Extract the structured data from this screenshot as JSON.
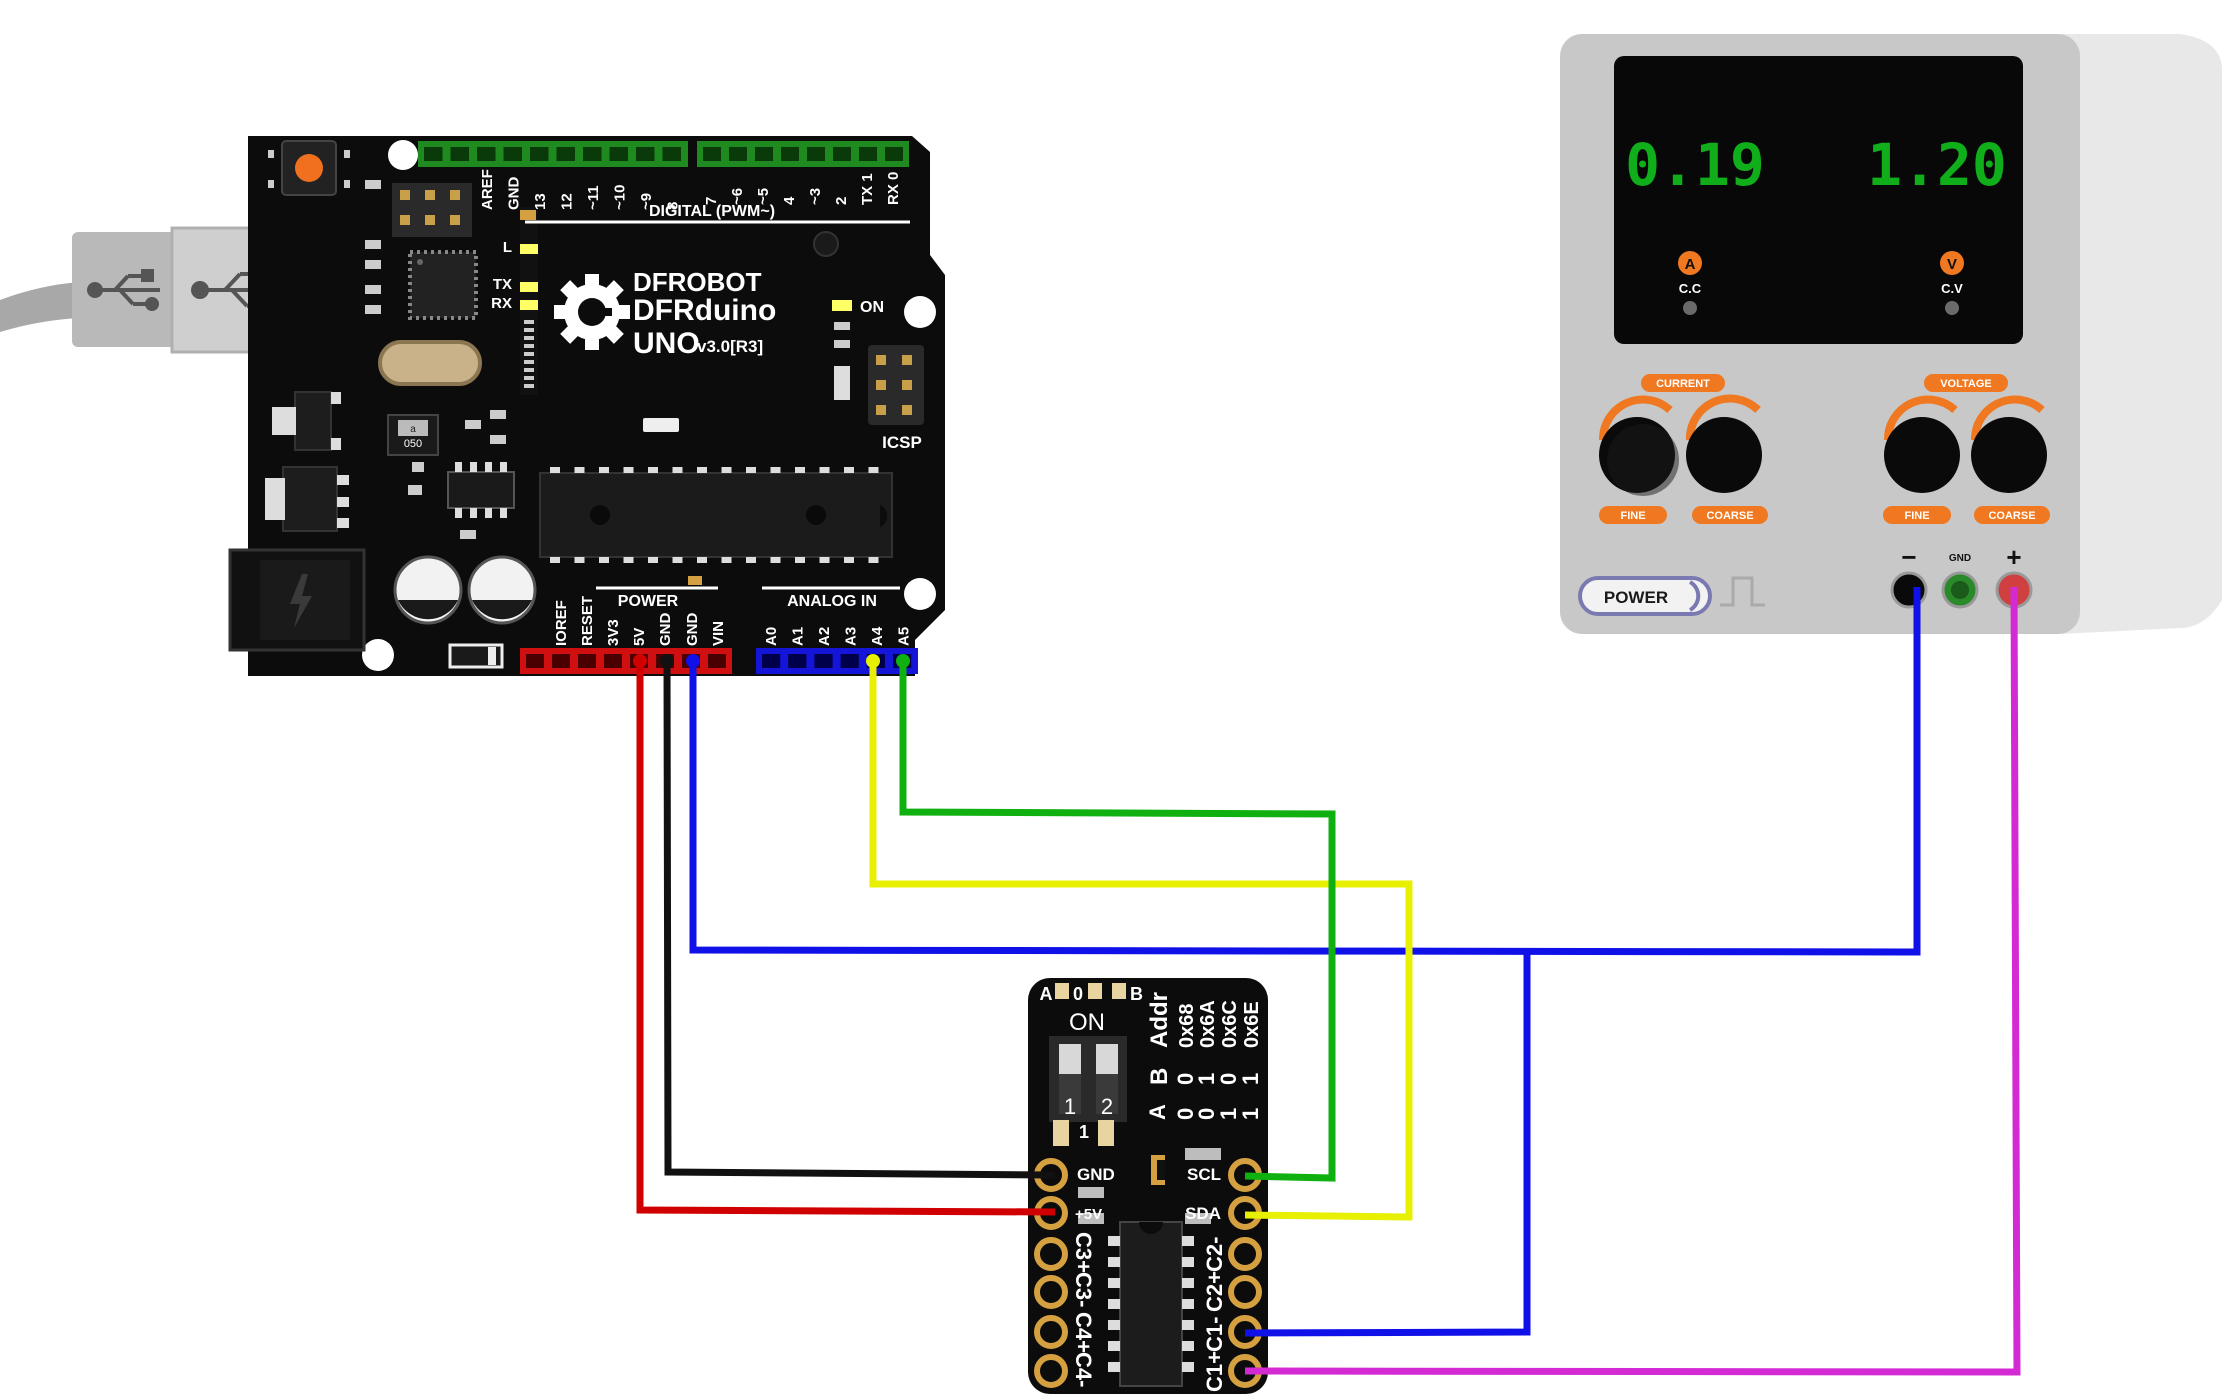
{
  "arduino": {
    "brand": "DFROBOT",
    "model": "DFRduino",
    "version_main": "UNO",
    "version_sub": "v3.0[R3]",
    "digital_header_label": "DIGITAL (PWM~)",
    "digital_pins_left": [
      "AREF",
      "GND",
      "13",
      "12",
      "~11",
      "~10",
      "~9",
      "8"
    ],
    "digital_pins_right": [
      "7",
      "~6",
      "~5",
      "4",
      "~3",
      "2",
      "TX 1",
      "RX 0"
    ],
    "led_labels": [
      "L",
      "TX",
      "RX"
    ],
    "on_label": "ON",
    "icsp_label": "ICSP",
    "chip_marking": "a\n050",
    "power_label": "POWER",
    "power_pins": [
      "IOREF",
      "RESET",
      "3V3",
      "5V",
      "GND",
      "GND",
      "VIN"
    ],
    "analog_label": "ANALOG IN",
    "analog_pins": [
      "A0",
      "A1",
      "A2",
      "A3",
      "A4",
      "A5"
    ]
  },
  "psu": {
    "current_display": "0.19",
    "voltage_display": "1.20",
    "current_unit": "A",
    "voltage_unit": "V",
    "cc_label": "C.C",
    "cv_label": "C.V",
    "current_label": "CURRENT",
    "voltage_label": "VOLTAGE",
    "fine_label": "FINE",
    "coarse_label": "COARSE",
    "power_button": "POWER",
    "minus_label": "−",
    "gnd_label": "GND",
    "plus_label": "+"
  },
  "module": {
    "jumper_a": "A",
    "jumper_0": "0",
    "jumper_b": "B",
    "switch_on": "ON",
    "switch_1": "1",
    "switch_2": "2",
    "switch_bottom": "1",
    "addr_header": [
      "B",
      "Addr"
    ],
    "addr_rows": [
      {
        "a": "A",
        "b": "",
        "addr": ""
      },
      {
        "a": "0",
        "b": "0",
        "addr": "0x68"
      },
      {
        "a": "0",
        "b": "1",
        "addr": "0x6A"
      },
      {
        "a": "1",
        "b": "0",
        "addr": "0x6C"
      },
      {
        "a": "1",
        "b": "1",
        "addr": "0x6E"
      }
    ],
    "left_pins": [
      "GND",
      "+5V",
      "C3+",
      "C3-",
      "C4+",
      "C4-"
    ],
    "right_pins": [
      "SCL",
      "SDA",
      "C2-",
      "C2+",
      "C1-",
      "C1+"
    ]
  },
  "wire_colors": {
    "red": "#d10000",
    "black": "#111111",
    "blue": "#1010e8",
    "yellow": "#e6f000",
    "green": "#10b010",
    "magenta": "#d42ad4"
  }
}
